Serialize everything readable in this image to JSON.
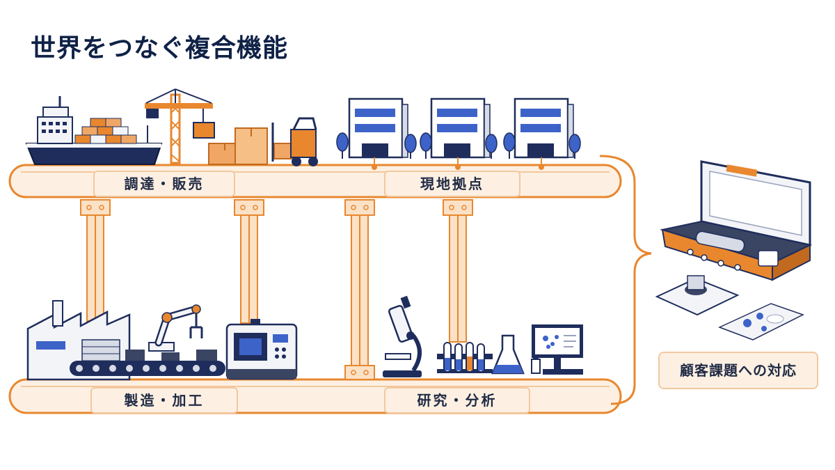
{
  "title": "世界をつなぐ複合機能",
  "labels": {
    "procurement": "調達・販売",
    "local_bases": "現地拠点",
    "manufacturing": "製造・加工",
    "research": "研究・分析"
  },
  "callout": "顧客課題への対応",
  "colors": {
    "navy": "#0f2146",
    "accent_orange": "#e8872e",
    "bus_fill": "#fdf0e3",
    "label_border": "#f2c8a0",
    "building_blue": "#3d63c9"
  },
  "icons": [
    "container-ship-icon",
    "tower-crane-icon",
    "cardboard-boxes-icon",
    "forklift-icon",
    "office-building-icon",
    "tree-icon",
    "factory-icon",
    "robot-arm-icon",
    "conveyor-belt-icon",
    "cnc-machine-icon",
    "microscope-icon",
    "test-tubes-icon",
    "flask-icon",
    "computer-monitor-icon",
    "tool-case-icon"
  ]
}
